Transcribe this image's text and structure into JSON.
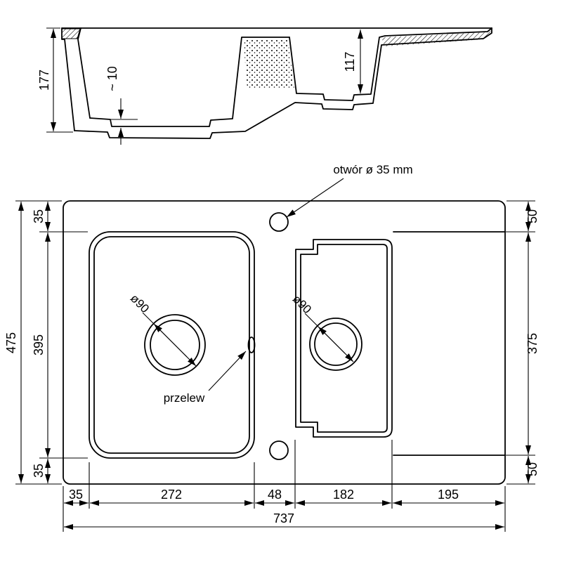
{
  "section": {
    "total_depth": "177",
    "recess_depth": "~ 10",
    "small_basin_depth": "117"
  },
  "plan": {
    "hole_note": "otwór ø 35 mm",
    "overflow_label": "przelew",
    "drain_diameter": "ø90",
    "height_total": "475",
    "height_left": [
      "35",
      "395",
      "35"
    ],
    "height_right": [
      "50",
      "375",
      "50"
    ],
    "width_segments": [
      "35",
      "272",
      "48",
      "182",
      "195"
    ],
    "width_total": "737"
  }
}
